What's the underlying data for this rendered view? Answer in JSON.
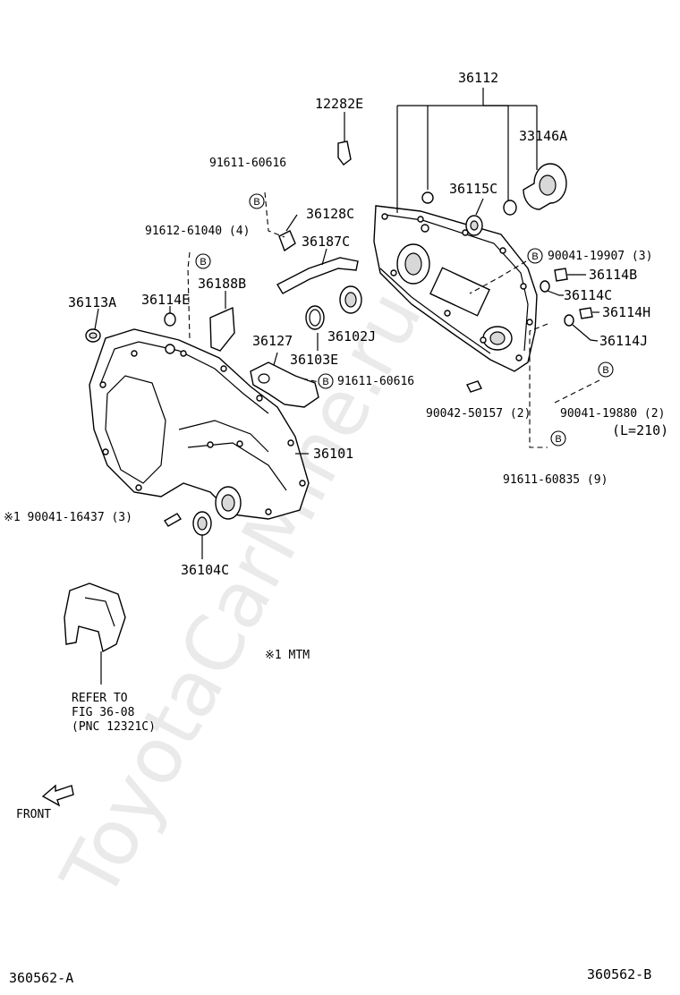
{
  "watermark": "ToyotaCarMine.ru",
  "callouts": {
    "p36112": "36112",
    "p12282E": "12282E",
    "p33146A": "33146A",
    "p91611_60616_top": "91611-60616",
    "p36115C": "36115C",
    "p36128C": "36128C",
    "p91612_61040": "91612-61040 (4)",
    "p36187C": "36187C",
    "p90041_19907": "90041-19907 (3)",
    "p36114B": "36114B",
    "p36188B": "36188B",
    "p36113A": "36113A",
    "p36114E": "36114E",
    "p36114C": "36114C",
    "p36114H": "36114H",
    "p36102J": "36102J",
    "p36127": "36127",
    "p36114J": "36114J",
    "p36103E": "36103E",
    "p91611_60616_mid": "91611-60616",
    "p90042_50157": "90042-50157 (2)",
    "p90041_19880": "90041-19880 (2)",
    "p L210": "(L=210)",
    "p36101": "36101",
    "p91611_60835": "91611-60835 (9)",
    "p90041_16437": "※1 90041-16437 (3)",
    "p36104C": "36104C",
    "note_mtm": "※1 MTM",
    "refer_line1": "REFER TO",
    "refer_line2": "FIG 36-08",
    "refer_line3": "(PNC 12321C)",
    "front": "FRONT",
    "code_left": "360562-A",
    "code_right": "360562-B",
    "b_marker": "B"
  }
}
